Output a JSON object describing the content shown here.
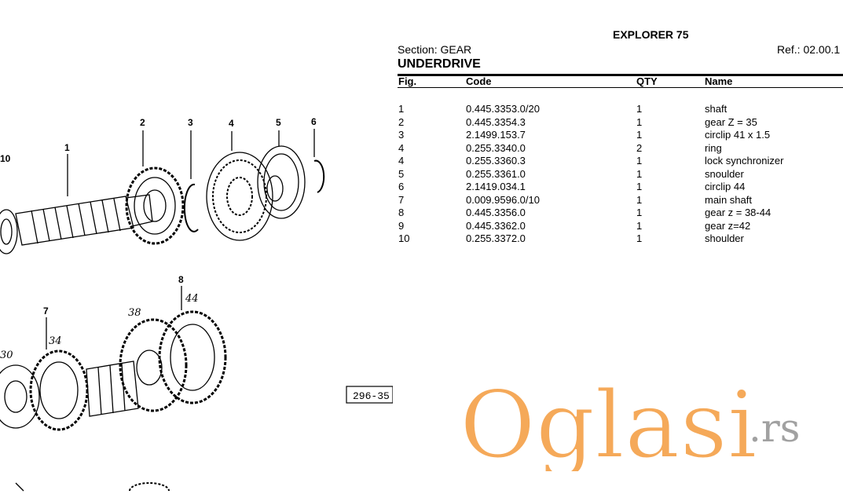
{
  "header": {
    "model": "EXPLORER 75",
    "section": "Section: GEAR",
    "reference": "Ref.: 02.00.1",
    "group": "UNDERDRIVE"
  },
  "table": {
    "columns": [
      "Fig.",
      "Code",
      "QTY",
      "Name"
    ],
    "rows": [
      {
        "fig": "1",
        "code": "0.445.3353.0/20",
        "qty": "1",
        "name": "shaft"
      },
      {
        "fig": "2",
        "code": "0.445.3354.3",
        "qty": "1",
        "name": "gear Z = 35"
      },
      {
        "fig": "3",
        "code": "2.1499.153.7",
        "qty": "1",
        "name": "circlip 41 x 1.5"
      },
      {
        "fig": "4",
        "code": "0.255.3340.0",
        "qty": "2",
        "name": "ring"
      },
      {
        "fig": "4",
        "code": "0.255.3360.3",
        "qty": "1",
        "name": "lock synchronizer"
      },
      {
        "fig": "5",
        "code": "0.255.3361.0",
        "qty": "1",
        "name": "snoulder"
      },
      {
        "fig": "6",
        "code": "2.1419.034.1",
        "qty": "1",
        "name": "circlip 44"
      },
      {
        "fig": "7",
        "code": "0.009.9596.0/10",
        "qty": "1",
        "name": "main shaft"
      },
      {
        "fig": "8",
        "code": "0.445.3356.0",
        "qty": "1",
        "name": "gear z = 38-44"
      },
      {
        "fig": "9",
        "code": "0.445.3362.0",
        "qty": "1",
        "name": "gear z=42"
      },
      {
        "fig": "10",
        "code": "0.255.3372.0",
        "qty": "1",
        "name": "shoulder"
      }
    ]
  },
  "drawing": {
    "callouts": [
      "10",
      "1",
      "2",
      "3",
      "4",
      "5",
      "6",
      "8",
      "7"
    ],
    "handwritten": [
      "38",
      "44",
      "34",
      "30"
    ],
    "plate_number": "296-35"
  },
  "watermark": {
    "brand": "Oglasi",
    "suffix": ".rs",
    "color": "#f39a3c"
  }
}
